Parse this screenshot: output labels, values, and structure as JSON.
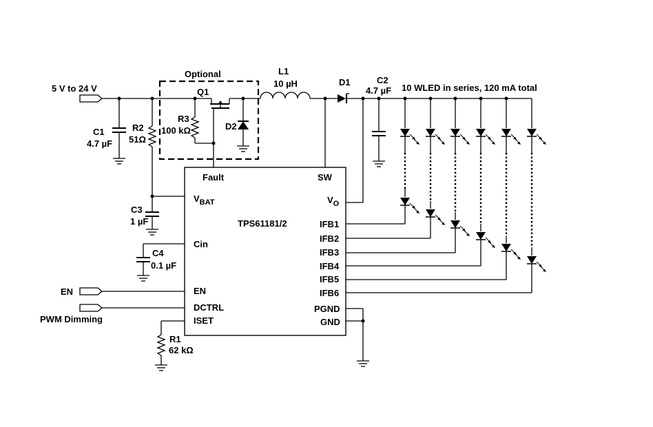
{
  "input_label": "5  V to 24  V",
  "optional_label": "Optional",
  "q1": "Q1",
  "l1": {
    "name": "L1",
    "value": "10 µH"
  },
  "d1": "D1",
  "c2": {
    "name": "C2",
    "value": "4.7 µF"
  },
  "led_string_label": "10 WLED in series, 120 mA total",
  "c1": {
    "name": "C1",
    "value": "4.7 µF"
  },
  "r2": {
    "name": "R2",
    "value": "51Ω"
  },
  "r3": {
    "name": "R3",
    "value": "100 kΩ"
  },
  "d2": "D2",
  "c3": {
    "name": "C3",
    "value": "1 µF"
  },
  "c4": {
    "name": "C4",
    "value": "0.1 µF"
  },
  "r1": {
    "name": "R1",
    "value": "62 kΩ"
  },
  "en_label": "EN",
  "pwm_label": "PWM Dimming",
  "ic": {
    "name": "TPS61181/2",
    "pins_left": {
      "fault": "Fault",
      "vbat": "V",
      "vbat_sub": "BAT",
      "cin": "Cin",
      "en": "EN",
      "dctrl": "DCTRL",
      "iset": "ISET"
    },
    "pins_right": {
      "sw": "SW",
      "vo": "V",
      "vo_sub": "O",
      "ifb1": "IFB1",
      "ifb2": "IFB2",
      "ifb3": "IFB3",
      "ifb4": "IFB4",
      "ifb5": "IFB5",
      "ifb6": "IFB6",
      "pgnd": "PGND",
      "gnd": "GND"
    }
  }
}
